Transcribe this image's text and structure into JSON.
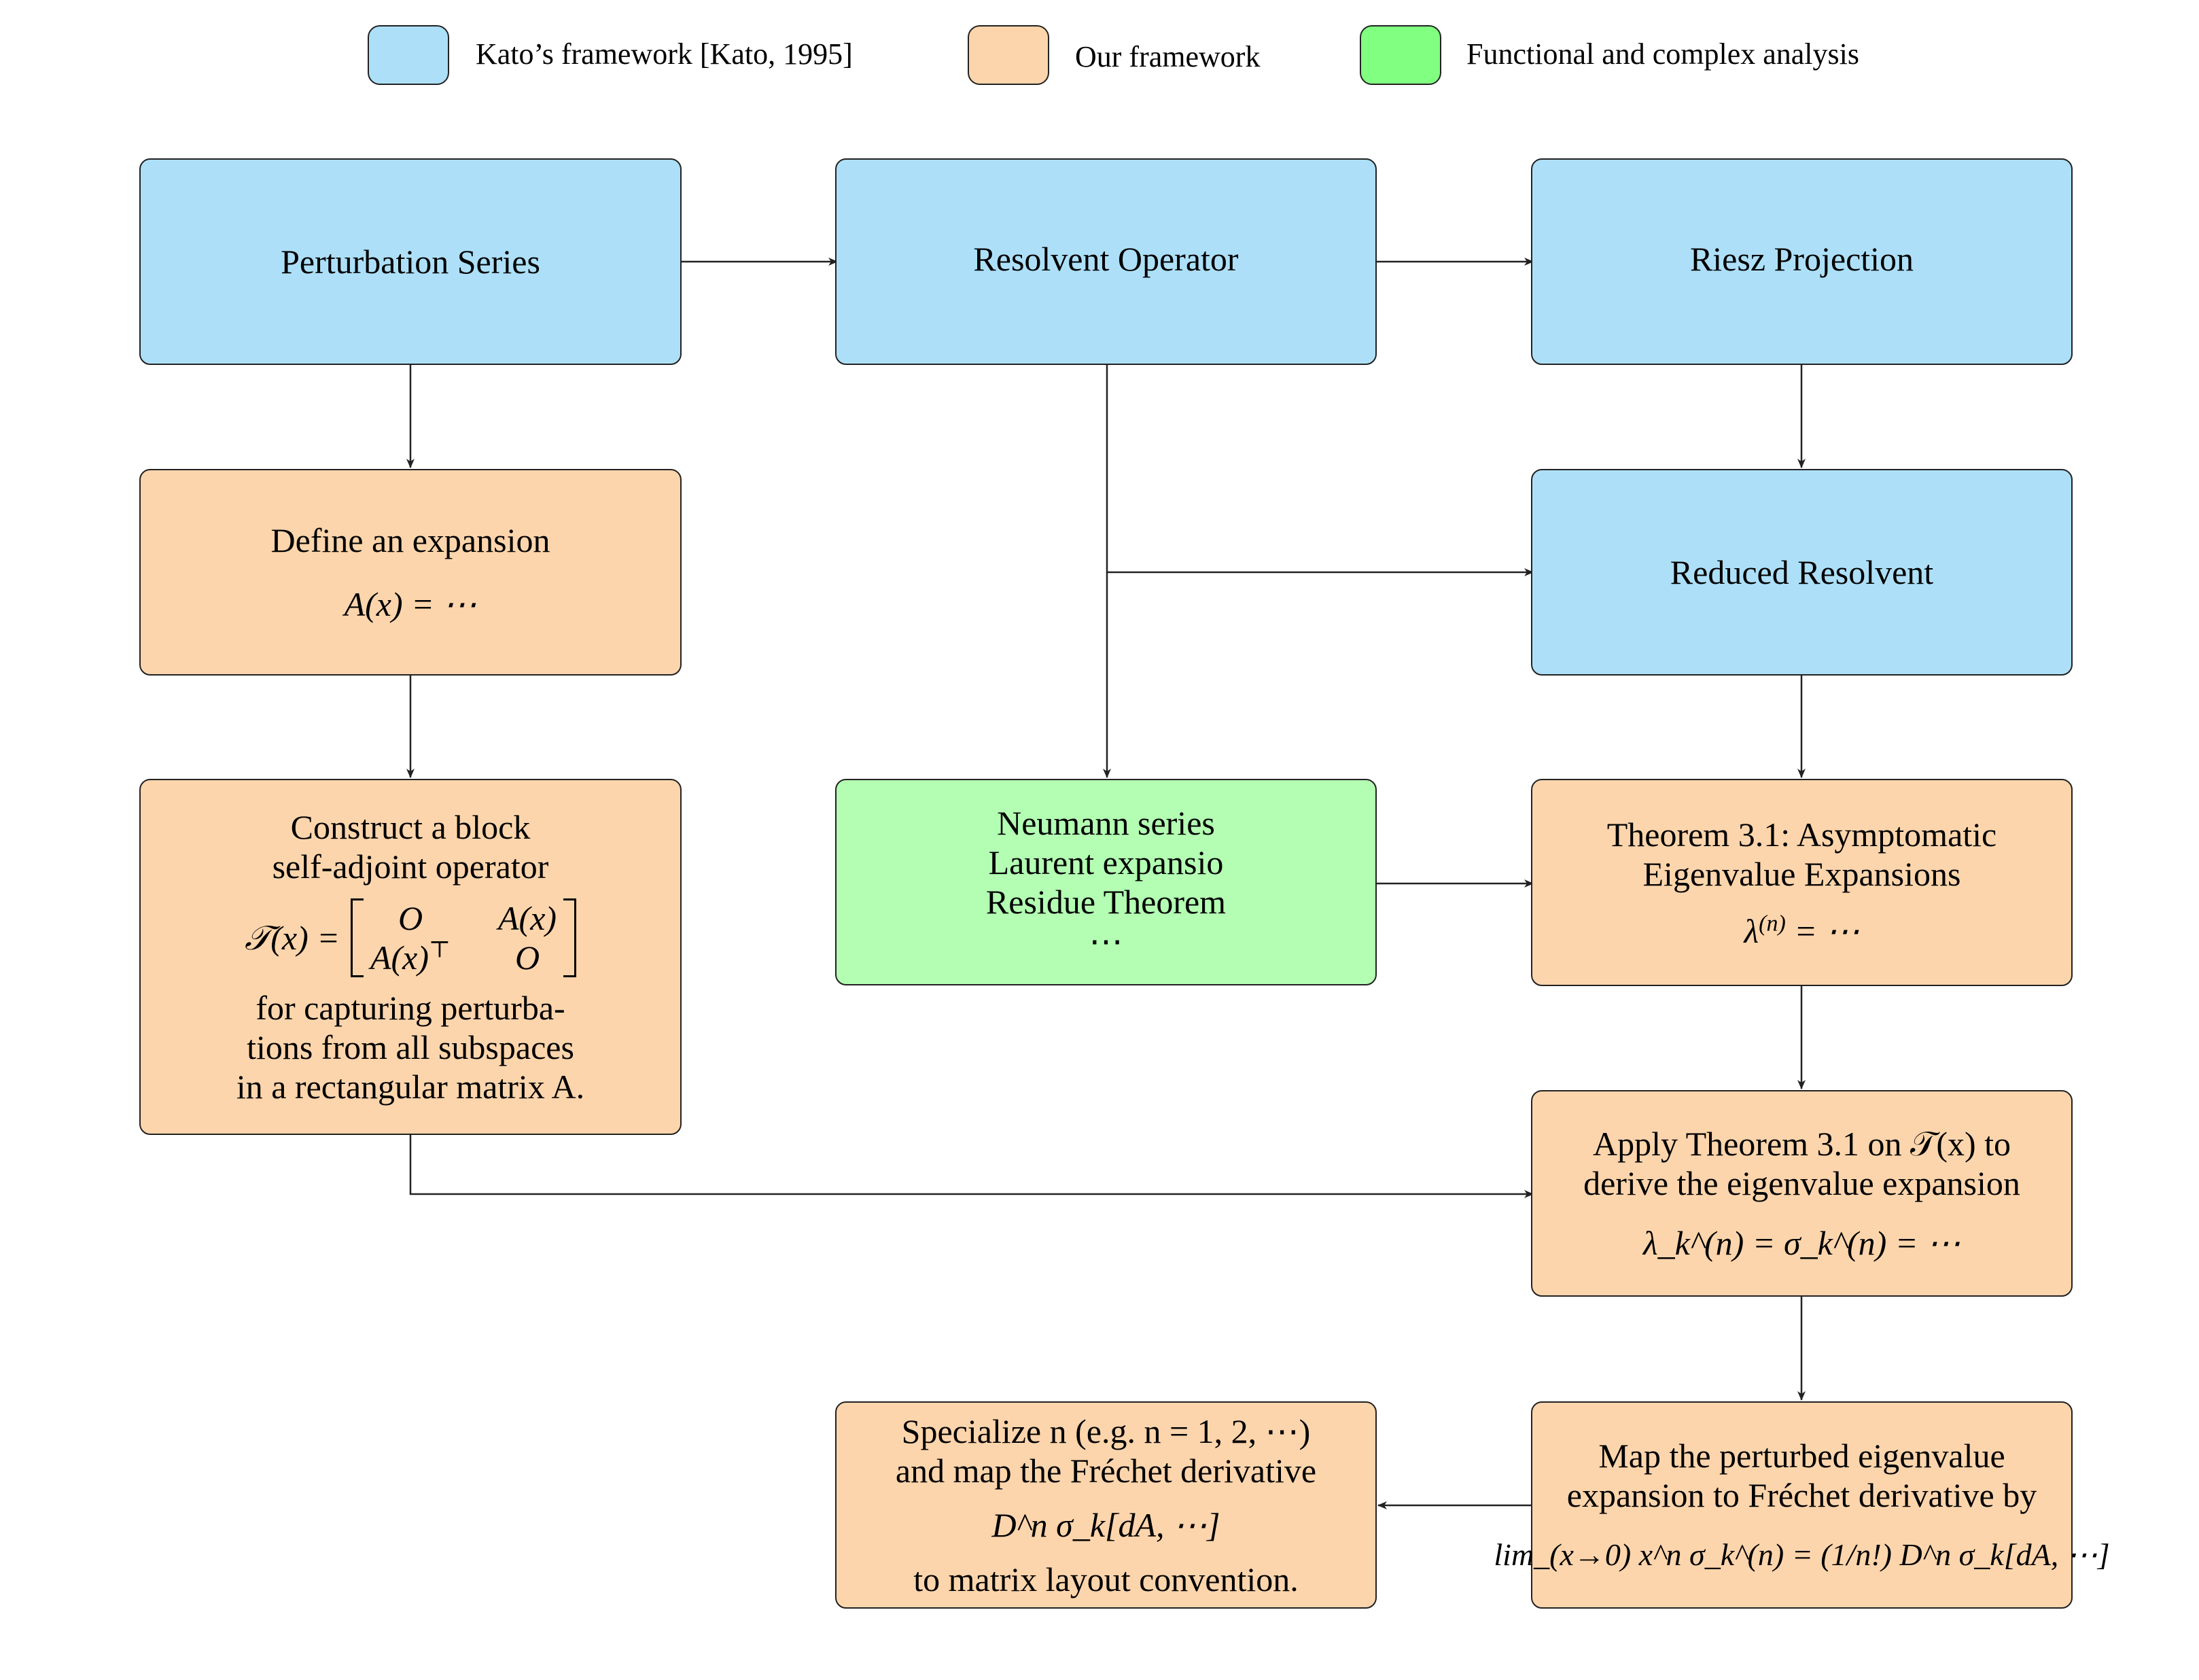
{
  "legend": {
    "kato": {
      "label": "Kato’s framework [Kato, 1995]",
      "color": "#ade0f8"
    },
    "ours": {
      "label": "Our framework",
      "color": "#fdd5ac"
    },
    "analysis": {
      "label": "Functional and complex analysis",
      "color": "#80ff80"
    }
  },
  "nodes": {
    "perturbation": {
      "label": "Perturbation Series"
    },
    "resolvent": {
      "label": "Resolvent Operator"
    },
    "riesz": {
      "label": "Riesz Projection"
    },
    "define": {
      "label": "Define an expansion",
      "math": "A(x) = ⋯"
    },
    "reduced": {
      "label": "Reduced Resolvent"
    },
    "construct": {
      "line1": "Construct a block",
      "line2": "self-adjoint operator",
      "matrix_lhs": "𝒯(x) =",
      "m11": "O",
      "m12": "A(x)",
      "m21": "A(x)",
      "m21_sup": "⊤",
      "m22": "O",
      "line3": "for capturing perturba-",
      "line4": "tions from all subspaces",
      "line5": "in a rectangular matrix A."
    },
    "neumann": {
      "line1": "Neumann series",
      "line2": "Laurent expansio",
      "line3": "Residue Theorem",
      "line4": "⋯"
    },
    "theorem": {
      "line1": "Theorem 3.1:  Asymptomatic",
      "line2": "Eigenvalue Expansions",
      "math_base": "λ",
      "math_sup": "(n)",
      "math_rest": " = ⋯"
    },
    "apply": {
      "line1": "Apply Theorem 3.1 on 𝒯(x) to",
      "line2": "derive the eigenvalue expansion",
      "math": "λ_k^(n) = σ_k^(n) = ⋯"
    },
    "map": {
      "line1": "Map the perturbed eigenvalue",
      "line2": "expansion to Fréchet derivative by",
      "math": "lim_(x→0) x^n σ_k^(n) = (1/n!) D^n σ_k[dA, ⋯]"
    },
    "specialize": {
      "line1": "Specialize n (e.g. n = 1, 2, ⋯)",
      "line2": "and map the Fréchet derivative",
      "math": "D^n σ_k[dA, ⋯]",
      "line3": "to matrix layout convention."
    }
  }
}
